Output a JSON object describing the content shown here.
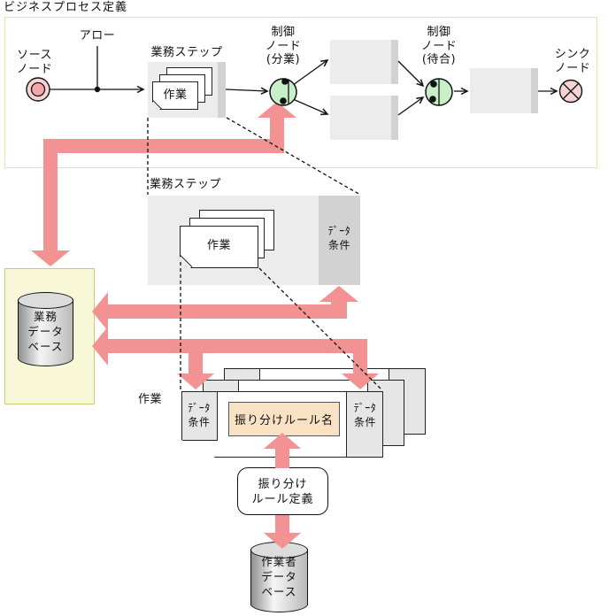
{
  "title": "ビジネスプロセス定義",
  "process_canvas": {
    "source_node_label": "ソース\nノード",
    "arrow_label": "アロー",
    "business_step_label": "業務ステップ",
    "work_label": "作業",
    "control_split_label": "制御\nノード\n(分業)",
    "control_join_label": "制御\nノード\n(待合)",
    "sink_node_label": "シンク\nノード"
  },
  "step_detail": {
    "title": "業務ステップ",
    "work_label": "作業",
    "data_condition_label": "ﾃﾞｰﾀ\n条件"
  },
  "business_db": {
    "label": "業務\nデータ\nベース"
  },
  "work_detail": {
    "title": "作業",
    "data_condition_left": "ﾃﾞｰﾀ\n条件",
    "data_condition_right": "ﾃﾞｰﾀ\n条件",
    "rule_name_label": "振り分けルール名"
  },
  "rule_definition": {
    "label": "振り分け\nルール定義"
  },
  "worker_db": {
    "label": "作業者\nデータ\nベース"
  },
  "colors": {
    "arrow_pink": "#f29292",
    "frame_border": "#e6e69c",
    "panel_yellow": "#f8f8d8",
    "panel_border": "#cbcb70",
    "box_gray": "#ececec",
    "box_strip_gray": "#d2d2d2",
    "card_strip_gray": "#e6e6e6",
    "node_green": "#c9efc9",
    "node_pink": "#f8d3d3",
    "node_pink_inner": "#f5a6a6",
    "rule_peach": "#f9e2c4"
  }
}
